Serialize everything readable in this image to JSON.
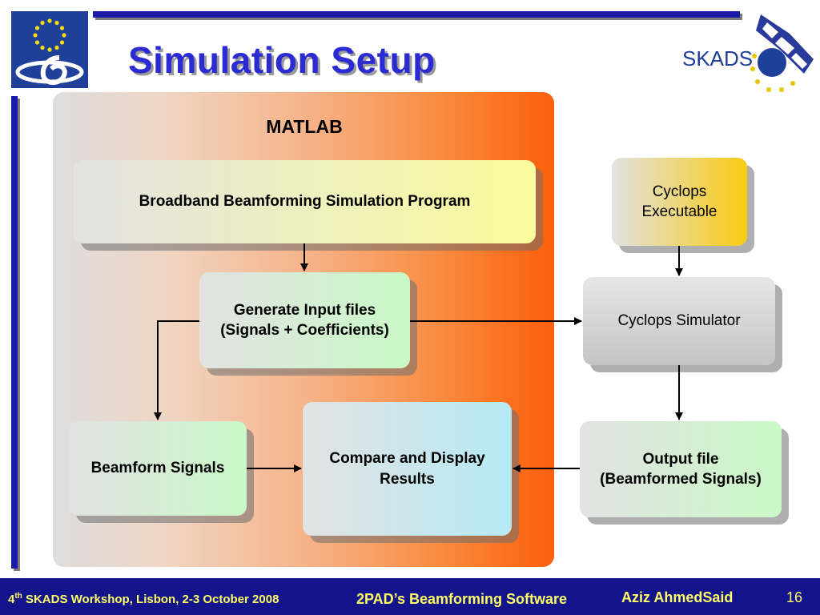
{
  "header": {
    "title": "Simulation Setup",
    "left_logo": "eu-fp6-logo",
    "right_logo": "skads-logo",
    "right_logo_text": "SKADS"
  },
  "diagram": {
    "container_label": "MATLAB",
    "nodes": {
      "broadband": "Broadband Beamforming Simulation Program",
      "generate": "Generate Input files\n(Signals + Coefficients)",
      "beamform": "Beamform Signals",
      "compare": "Compare and Display\nResults",
      "cyclops_exec": "Cyclops\nExecutable",
      "simulator": "Cyclops Simulator",
      "output": "Output file\n(Beamformed Signals)"
    },
    "edges": [
      {
        "from": "broadband",
        "to": "generate"
      },
      {
        "from": "generate",
        "to": "simulator"
      },
      {
        "from": "generate",
        "to": "beamform"
      },
      {
        "from": "beamform",
        "to": "compare"
      },
      {
        "from": "cyclops_exec",
        "to": "simulator"
      },
      {
        "from": "simulator",
        "to": "output"
      },
      {
        "from": "output",
        "to": "compare"
      }
    ],
    "colors": {
      "title": "#2b2bd4",
      "rule": "#1a1aa6",
      "panel_end": "#fb5f0a",
      "cyclops_exec": "#f9cb10"
    }
  },
  "footer": {
    "ordinal_number": "4",
    "ordinal_suffix": "th",
    "event": " SKADS Workshop, Lisbon, 2-3 October 2008",
    "center": "2PAD’s Beamforming Software",
    "author": "Aziz AhmedSaid",
    "page": "16",
    "background": "#13138c",
    "text_color": "#ffff66"
  }
}
